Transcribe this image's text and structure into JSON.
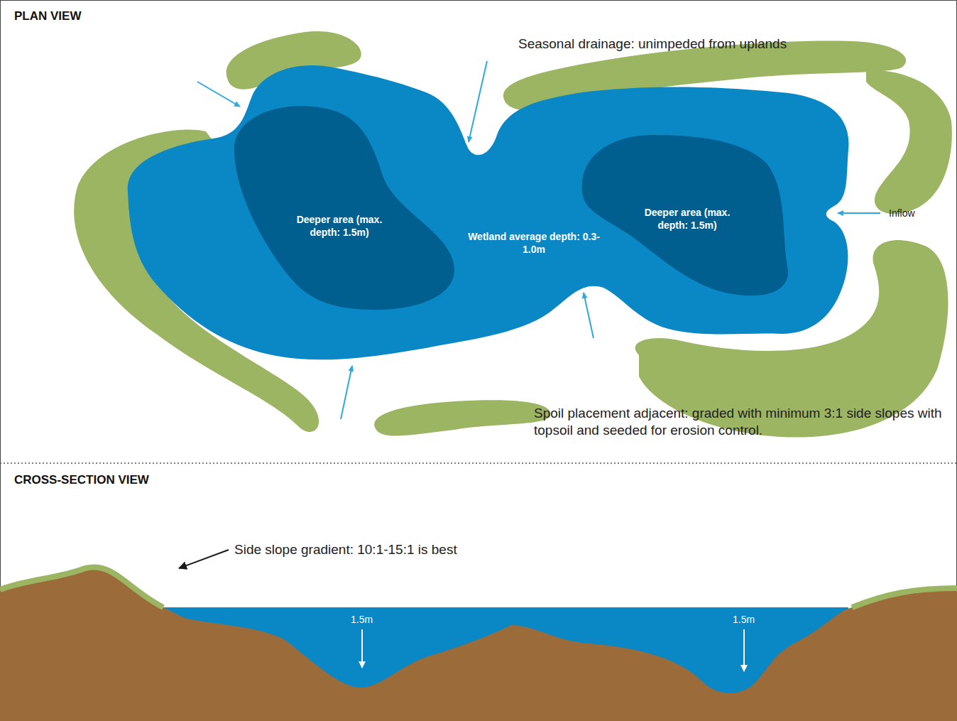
{
  "diagram": {
    "nodes": [
      {
        "text": [
          "Wetland average depth: 0.3-1.0m"
        ]
      },
      {
        "text": [
          "Deeper area (max. depth: 1.5m)"
        ],
        "in": 0
      },
      {
        "text": [
          "Deeper area (max. depth: 1.5m)"
        ],
        "in": 0
      }
    ],
    "labels": [
      "PLAN VIEW",
      "Seasonal drainage: unimpeded from uplands",
      "Inflow",
      "Spoil placement adjacent: graded with minimum 3:1 side slopes with topsoil and seeded for erosion control.",
      "CROSS-SECTION VIEW",
      "Side slope gradient: 10:1-15:1 is best",
      "1.5m",
      "1.5m"
    ]
  }
}
